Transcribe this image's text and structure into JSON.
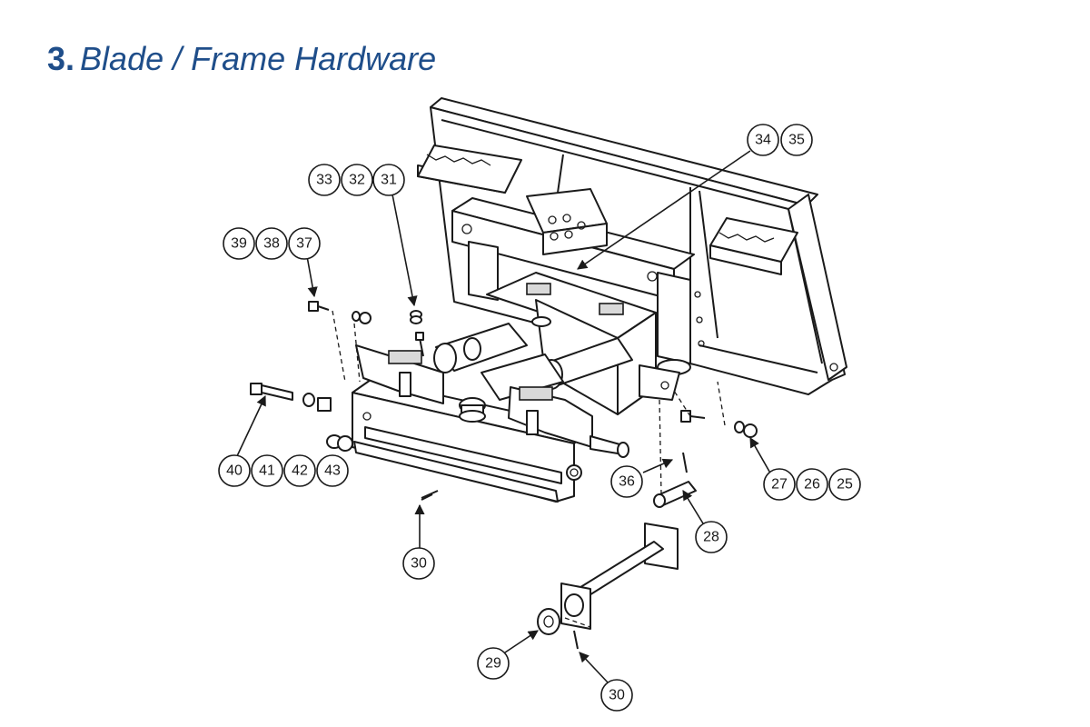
{
  "title": {
    "number": "3.",
    "text": "Blade / Frame Hardware"
  },
  "colors": {
    "title": "#1f4e8a",
    "line": "#1a1a1a",
    "background": "#ffffff"
  },
  "callouts": {
    "c34": "34",
    "c35": "35",
    "c33": "33",
    "c32": "32",
    "c31": "31",
    "c39": "39",
    "c38": "38",
    "c37": "37",
    "c40": "40",
    "c41": "41",
    "c42": "42",
    "c43": "43",
    "c27": "27",
    "c26": "26",
    "c25": "25",
    "c36": "36",
    "c28": "28",
    "c30a": "30",
    "c29": "29",
    "c30b": "30"
  }
}
